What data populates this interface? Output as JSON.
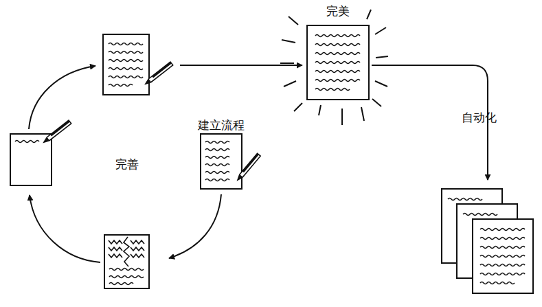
{
  "diagram": {
    "nodes": [
      {
        "text": [
          "建立流程"
        ]
      },
      {
        "text": [
          "完美"
        ]
      }
    ],
    "labels": [
      "完善",
      "自动化"
    ]
  }
}
